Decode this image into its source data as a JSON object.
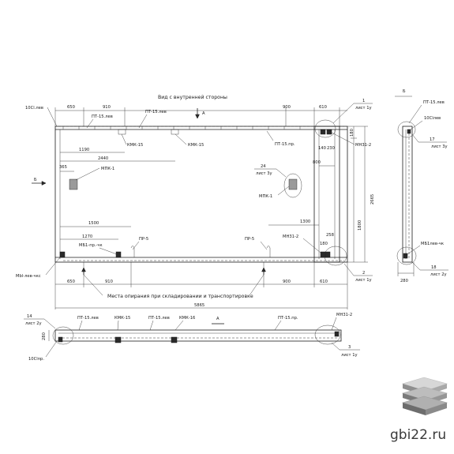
{
  "view_title": "Вид с внутренней стороны",
  "section_a": "А",
  "section_b": "Б",
  "dims_top": {
    "d650": "650",
    "d910": "910",
    "d900": "900",
    "d610": "610",
    "d1190": "1190",
    "d2440": "2440",
    "d365": "365",
    "d180": "180",
    "d140": "140",
    "d230": "230",
    "d800": "800",
    "d2665": "2665",
    "d1800": "1800",
    "d1500": "1500",
    "d1270": "1270",
    "d1300": "1300",
    "d258": "258",
    "d180b": "180"
  },
  "dims_bottom": {
    "d650": "650",
    "d910": "910",
    "d900": "900",
    "d610": "610",
    "d5865": "5865",
    "d280": "280",
    "d280b": "280"
  },
  "labels": {
    "c10cl_lev": "10Сl.лев",
    "pt15_lev_a": "ПТ-15.лев",
    "pt15_lev_b": "ПТ-15.лев",
    "kmk15_a": "КМК-15",
    "kmk15_b": "КМК-15",
    "mpk1_a": "МПК-1",
    "mpk1_b": "МПК-1",
    "pt15_pr": "ПТ-15.пр.",
    "mn31_2_a": "МН31-2",
    "mn31_2_b": "МН31-2",
    "mb1_pr": "МБ1-пр.-чк",
    "pr5_a": "ПР-5",
    "pr5_b": "ПР-5",
    "mbl_lev": "Мbl-лев-чкс",
    "note": "Места опирания при складировании и транспортировке",
    "plan_pt15_lev": "ПТ-15.лев",
    "plan_kmk15_a": "КМК-15",
    "plan_pt15_lev_b": "ПТ-15.лев",
    "plan_kmk15_b": "КМК-16",
    "plan_pt15_pr": "ПТ-15.пр.",
    "plan_mn31": "МН31-2",
    "plan_10cl": "10Clпр.",
    "side_pt15": "ПТ-15.лев",
    "side_10cl": "10Clлев",
    "side_mb1": "МБ1лев-чк"
  },
  "callouts": {
    "n1": "1",
    "n2": "2",
    "n3": "3",
    "n14": "14",
    "n17": "17",
    "n18": "18",
    "n24": "24",
    "sheet_1u": "лист 1у",
    "sheet_1u_b": "лист 1у",
    "sheet_1u_c": "лист 1у",
    "sheet_2u": "лист 2у",
    "sheet_2u_b": "лист 2у",
    "sheet_3u": "лист 3у",
    "sheet_3u_b": "лист 3у"
  },
  "watermark": {
    "site": "gbi22.ru"
  }
}
